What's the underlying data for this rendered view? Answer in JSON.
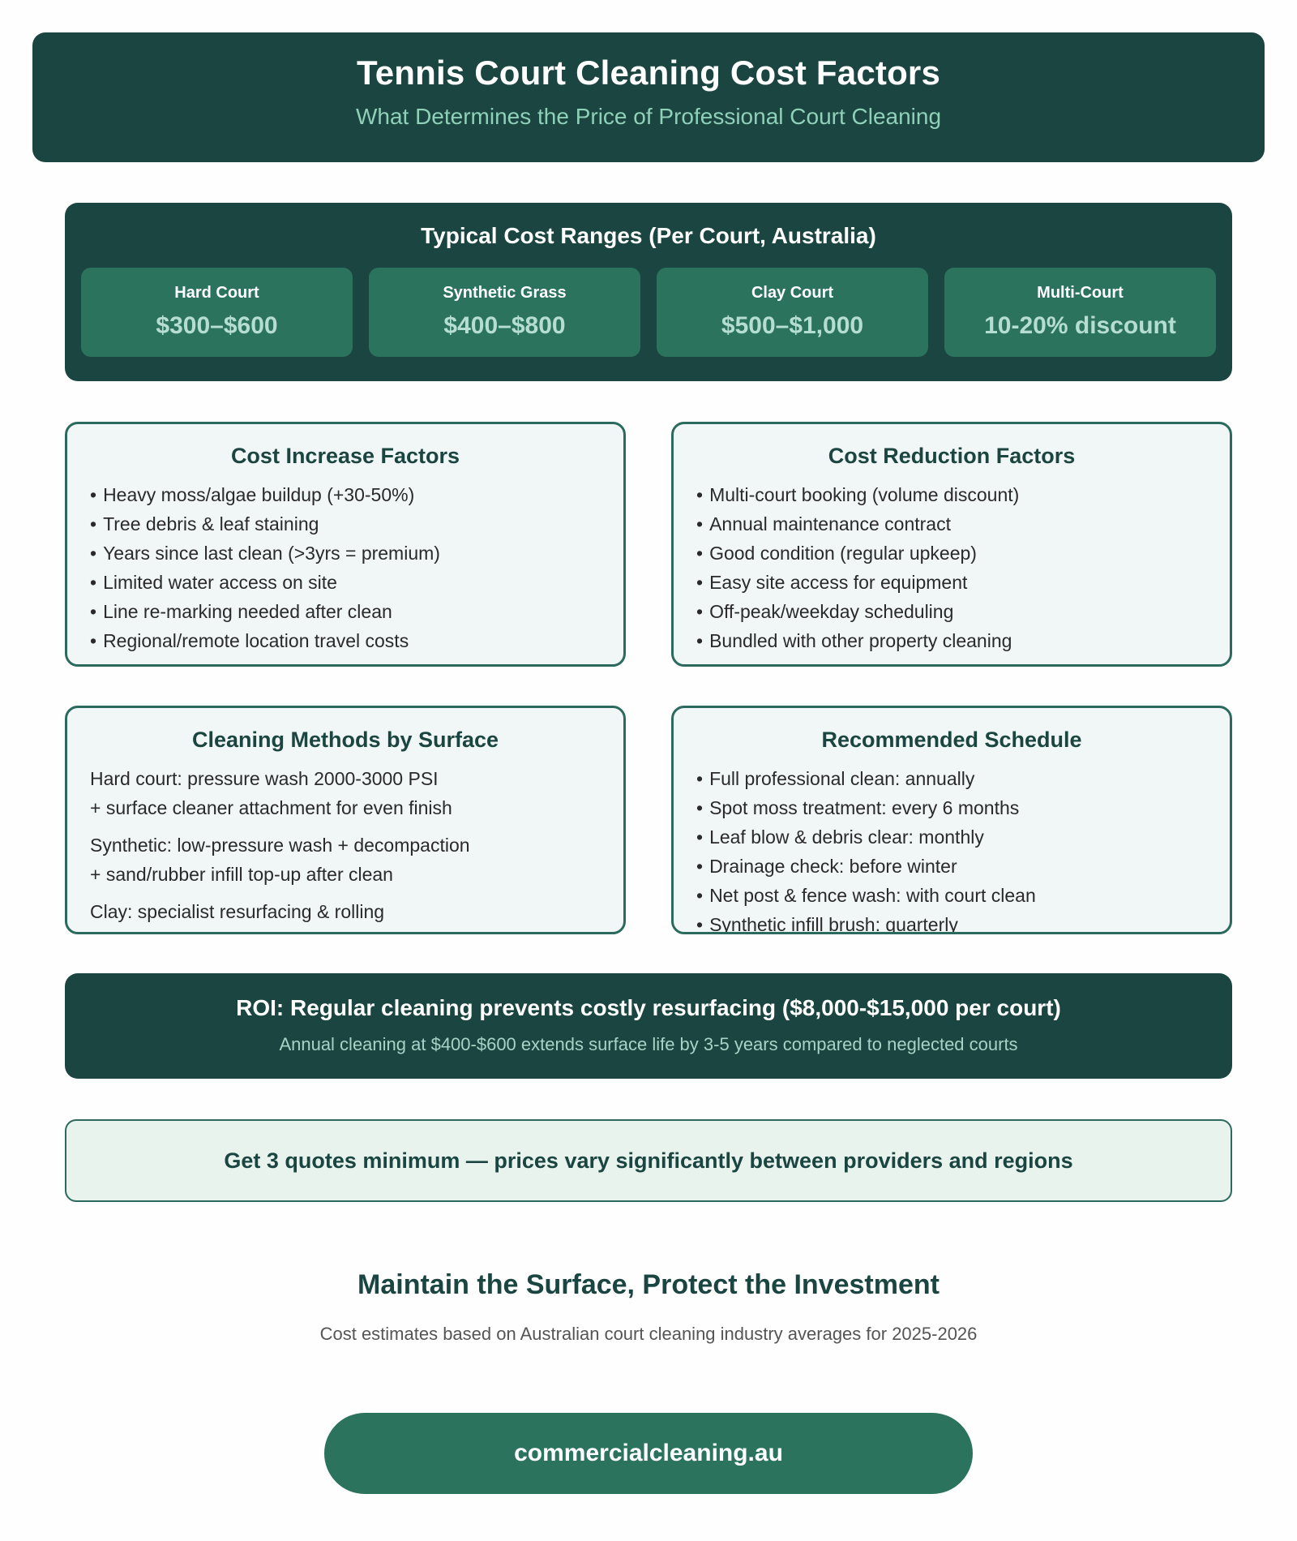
{
  "header": {
    "title": "Tennis Court Cleaning Cost Factors",
    "subtitle": "What Determines the Price of Professional Court Cleaning"
  },
  "cost_ranges": {
    "title": "Typical Cost Ranges (Per Court, Australia)",
    "items": [
      {
        "label": "Hard Court",
        "value": "$300–$600"
      },
      {
        "label": "Synthetic Grass",
        "value": "$400–$800"
      },
      {
        "label": "Clay Court",
        "value": "$500–$1,000"
      },
      {
        "label": "Multi-Court",
        "value": "10-20% discount"
      }
    ]
  },
  "increase": {
    "title": "Cost Increase Factors",
    "items": [
      "Heavy moss/algae buildup (+30-50%)",
      "Tree debris & leaf staining",
      "Years since last clean (>3yrs = premium)",
      "Limited water access on site",
      "Line re-marking needed after clean",
      "Regional/remote location travel costs"
    ]
  },
  "reduction": {
    "title": "Cost Reduction Factors",
    "items": [
      "Multi-court booking (volume discount)",
      "Annual maintenance contract",
      "Good condition (regular upkeep)",
      "Easy site access for equipment",
      "Off-peak/weekday scheduling",
      "Bundled with other property cleaning"
    ]
  },
  "methods": {
    "title": "Cleaning Methods by Surface",
    "paragraphs": [
      {
        "line1": "Hard court: pressure wash 2000-3000 PSI",
        "line2": "+ surface cleaner attachment for even finish"
      },
      {
        "line1": "Synthetic: low-pressure wash + decompaction",
        "line2": "+ sand/rubber infill top-up after clean"
      },
      {
        "line1": "Clay: specialist resurfacing & rolling",
        "line2": ""
      }
    ]
  },
  "schedule": {
    "title": "Recommended Schedule",
    "items": [
      "Full professional clean: annually",
      "Spot moss treatment: every 6 months",
      "Leaf blow & debris clear: monthly",
      "Drainage check: before winter",
      "Net post & fence wash: with court clean",
      "Synthetic infill brush: quarterly"
    ]
  },
  "roi": {
    "title": "ROI: Regular cleaning prevents costly resurfacing ($8,000-$15,000 per court)",
    "subtitle": "Annual cleaning at $400-$600 extends surface life by 3-5 years compared to neglected courts"
  },
  "quotes": {
    "text": "Get 3 quotes minimum — prices vary significantly between providers and regions"
  },
  "footer": {
    "title": "Maintain the Surface, Protect the Investment",
    "note": "Cost estimates based on Australian court cleaning industry averages for 2025-2026",
    "cta": "commercialcleaning.au"
  }
}
